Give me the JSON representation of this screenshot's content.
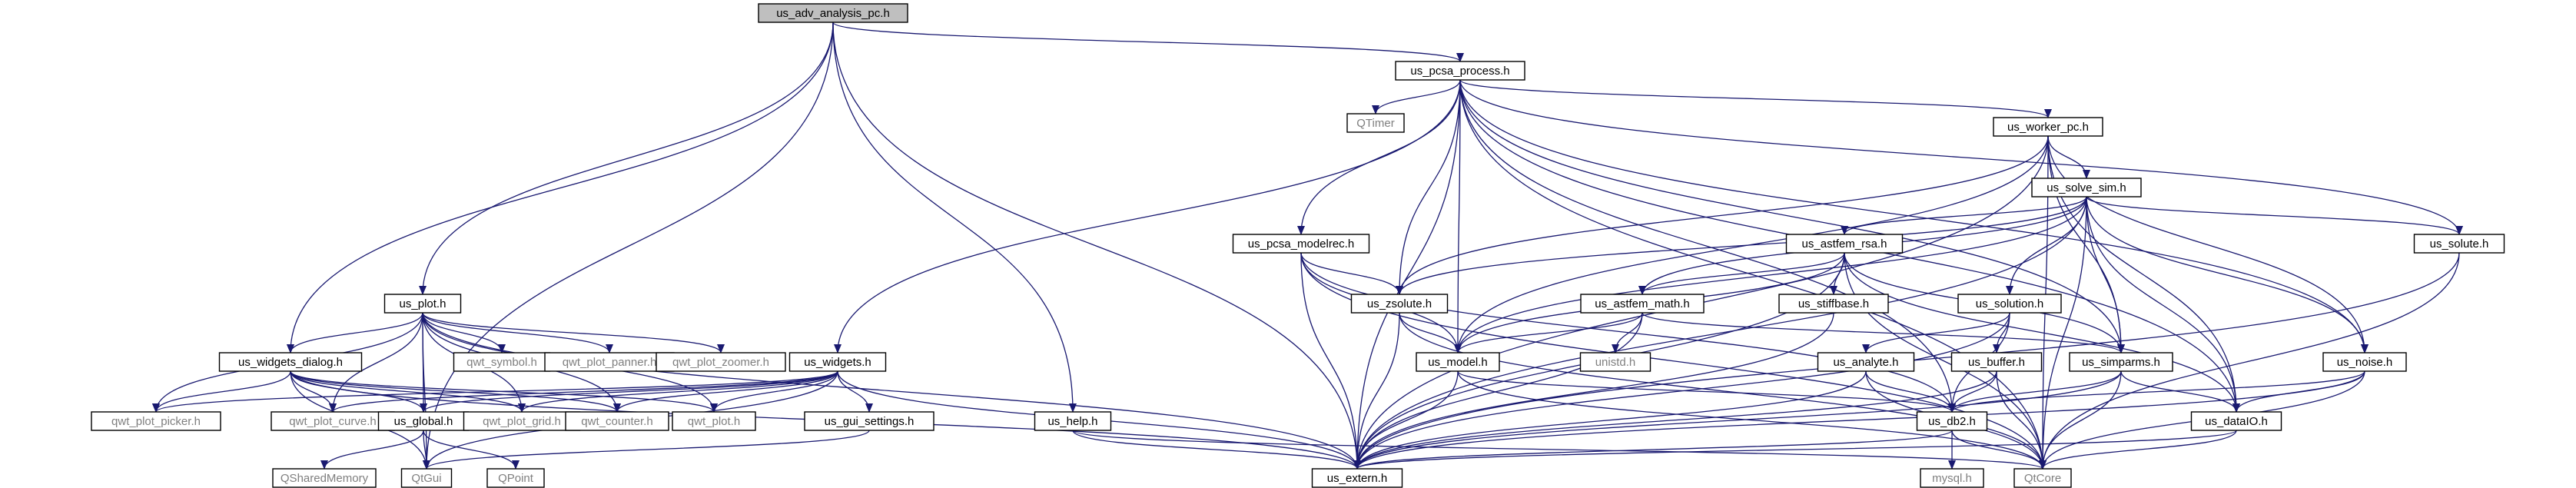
{
  "colors": {
    "edge": "#191970",
    "node_fill": "#ffffff",
    "root_fill": "#bfbfbf",
    "border": "#000000",
    "ext_border": "#bfbfbf",
    "ext_text": "#7f7f7f",
    "text": "#000000"
  },
  "nodes": [
    {
      "id": "adv",
      "label": "us_adv_analysis_pc.h",
      "kind": "root"
    },
    {
      "id": "pcsa",
      "label": "us_pcsa_process.h",
      "kind": "file"
    },
    {
      "id": "qtimer",
      "label": "QTimer",
      "kind": "external"
    },
    {
      "id": "worker",
      "label": "us_worker_pc.h",
      "kind": "file"
    },
    {
      "id": "solvesim",
      "label": "us_solve_sim.h",
      "kind": "file"
    },
    {
      "id": "modelrec",
      "label": "us_pcsa_modelrec.h",
      "kind": "file"
    },
    {
      "id": "astrsa",
      "label": "us_astfem_rsa.h",
      "kind": "file"
    },
    {
      "id": "solute",
      "label": "us_solute.h",
      "kind": "file"
    },
    {
      "id": "plot",
      "label": "us_plot.h",
      "kind": "file"
    },
    {
      "id": "zsolute",
      "label": "us_zsolute.h",
      "kind": "file"
    },
    {
      "id": "astmath",
      "label": "us_astfem_math.h",
      "kind": "file"
    },
    {
      "id": "stiff",
      "label": "us_stiffbase.h",
      "kind": "file"
    },
    {
      "id": "solution",
      "label": "us_solution.h",
      "kind": "file"
    },
    {
      "id": "model",
      "label": "us_model.h",
      "kind": "file"
    },
    {
      "id": "qsym",
      "label": "qwt_symbol.h",
      "kind": "external"
    },
    {
      "id": "qpan",
      "label": "qwt_plot_panner.h",
      "kind": "external"
    },
    {
      "id": "qzoom",
      "label": "qwt_plot_zoomer.h",
      "kind": "external"
    },
    {
      "id": "wdialog",
      "label": "us_widgets_dialog.h",
      "kind": "file"
    },
    {
      "id": "widgets",
      "label": "us_widgets.h",
      "kind": "file"
    },
    {
      "id": "unistd",
      "label": "unistd.h",
      "kind": "external"
    },
    {
      "id": "analyte",
      "label": "us_analyte.h",
      "kind": "file"
    },
    {
      "id": "buffer",
      "label": "us_buffer.h",
      "kind": "file"
    },
    {
      "id": "simparms",
      "label": "us_simparms.h",
      "kind": "file"
    },
    {
      "id": "noise",
      "label": "us_noise.h",
      "kind": "file"
    },
    {
      "id": "qpicker",
      "label": "qwt_plot_picker.h",
      "kind": "external"
    },
    {
      "id": "qcurve",
      "label": "qwt_plot_curve.h",
      "kind": "external"
    },
    {
      "id": "global",
      "label": "us_global.h",
      "kind": "file"
    },
    {
      "id": "qgrid",
      "label": "qwt_plot_grid.h",
      "kind": "external"
    },
    {
      "id": "qcounter",
      "label": "qwt_counter.h",
      "kind": "external"
    },
    {
      "id": "qplot",
      "label": "qwt_plot.h",
      "kind": "external"
    },
    {
      "id": "guiset",
      "label": "us_gui_settings.h",
      "kind": "file"
    },
    {
      "id": "help",
      "label": "us_help.h",
      "kind": "file"
    },
    {
      "id": "db2",
      "label": "us_db2.h",
      "kind": "file"
    },
    {
      "id": "dataio",
      "label": "us_dataIO.h",
      "kind": "file"
    },
    {
      "id": "qshm",
      "label": "QSharedMemory",
      "kind": "external"
    },
    {
      "id": "qtgui",
      "label": "QtGui",
      "kind": "external"
    },
    {
      "id": "qpoint",
      "label": "QPoint",
      "kind": "external"
    },
    {
      "id": "extern",
      "label": "us_extern.h",
      "kind": "file"
    },
    {
      "id": "mysql",
      "label": "mysql.h",
      "kind": "external"
    },
    {
      "id": "qtcore",
      "label": "QtCore",
      "kind": "external"
    }
  ],
  "edges": [
    [
      "adv",
      "pcsa"
    ],
    [
      "adv",
      "plot"
    ],
    [
      "adv",
      "wdialog"
    ],
    [
      "adv",
      "help"
    ],
    [
      "adv",
      "qtgui"
    ],
    [
      "adv",
      "extern"
    ],
    [
      "pcsa",
      "qtimer"
    ],
    [
      "pcsa",
      "worker"
    ],
    [
      "pcsa",
      "modelrec"
    ],
    [
      "pcsa",
      "zsolute"
    ],
    [
      "pcsa",
      "model"
    ],
    [
      "pcsa",
      "solute"
    ],
    [
      "pcsa",
      "noise"
    ],
    [
      "pcsa",
      "simparms"
    ],
    [
      "pcsa",
      "db2"
    ],
    [
      "pcsa",
      "dataio"
    ],
    [
      "pcsa",
      "widgets"
    ],
    [
      "pcsa",
      "extern"
    ],
    [
      "pcsa",
      "qtcore"
    ],
    [
      "worker",
      "solvesim"
    ],
    [
      "worker",
      "zsolute"
    ],
    [
      "worker",
      "model"
    ],
    [
      "worker",
      "simparms"
    ],
    [
      "worker",
      "noise"
    ],
    [
      "worker",
      "dataio"
    ],
    [
      "worker",
      "extern"
    ],
    [
      "worker",
      "qtcore"
    ],
    [
      "solvesim",
      "astrsa"
    ],
    [
      "solvesim",
      "astmath"
    ],
    [
      "solvesim",
      "solute"
    ],
    [
      "solvesim",
      "zsolute"
    ],
    [
      "solvesim",
      "model"
    ],
    [
      "solvesim",
      "solution"
    ],
    [
      "solvesim",
      "simparms"
    ],
    [
      "solvesim",
      "dataio"
    ],
    [
      "solvesim",
      "noise"
    ],
    [
      "solvesim",
      "qtcore"
    ],
    [
      "solvesim",
      "extern"
    ],
    [
      "modelrec",
      "zsolute"
    ],
    [
      "modelrec",
      "model"
    ],
    [
      "modelrec",
      "extern"
    ],
    [
      "modelrec",
      "db2"
    ],
    [
      "modelrec",
      "qtcore"
    ],
    [
      "astrsa",
      "astmath"
    ],
    [
      "astrsa",
      "stiff"
    ],
    [
      "astrsa",
      "model"
    ],
    [
      "astrsa",
      "simparms"
    ],
    [
      "astrsa",
      "dataio"
    ],
    [
      "astrsa",
      "extern"
    ],
    [
      "astrsa",
      "qtcore"
    ],
    [
      "solute",
      "extern"
    ],
    [
      "solute",
      "qtcore"
    ],
    [
      "plot",
      "qsym"
    ],
    [
      "plot",
      "qpan"
    ],
    [
      "plot",
      "qzoom"
    ],
    [
      "plot",
      "wdialog"
    ],
    [
      "plot",
      "qpicker"
    ],
    [
      "plot",
      "qcurve"
    ],
    [
      "plot",
      "global"
    ],
    [
      "plot",
      "qgrid"
    ],
    [
      "plot",
      "qcounter"
    ],
    [
      "plot",
      "qplot"
    ],
    [
      "plot",
      "extern"
    ],
    [
      "plot",
      "qtgui"
    ],
    [
      "zsolute",
      "model"
    ],
    [
      "zsolute",
      "extern"
    ],
    [
      "zsolute",
      "qtcore"
    ],
    [
      "astmath",
      "unistd"
    ],
    [
      "astmath",
      "model"
    ],
    [
      "astmath",
      "simparms"
    ],
    [
      "astmath",
      "extern"
    ],
    [
      "stiff",
      "extern"
    ],
    [
      "solution",
      "analyte"
    ],
    [
      "solution",
      "buffer"
    ],
    [
      "solution",
      "db2"
    ],
    [
      "solution",
      "extern"
    ],
    [
      "model",
      "db2"
    ],
    [
      "model",
      "extern"
    ],
    [
      "model",
      "qtcore"
    ],
    [
      "wdialog",
      "qpicker"
    ],
    [
      "wdialog",
      "qcurve"
    ],
    [
      "wdialog",
      "global"
    ],
    [
      "wdialog",
      "qgrid"
    ],
    [
      "wdialog",
      "qcounter"
    ],
    [
      "wdialog",
      "qplot"
    ],
    [
      "wdialog",
      "extern"
    ],
    [
      "wdialog",
      "qtgui"
    ],
    [
      "widgets",
      "qpicker"
    ],
    [
      "widgets",
      "qcurve"
    ],
    [
      "widgets",
      "global"
    ],
    [
      "widgets",
      "qgrid"
    ],
    [
      "widgets",
      "qcounter"
    ],
    [
      "widgets",
      "qplot"
    ],
    [
      "widgets",
      "guiset"
    ],
    [
      "widgets",
      "extern"
    ],
    [
      "widgets",
      "qtgui"
    ],
    [
      "analyte",
      "db2"
    ],
    [
      "analyte",
      "extern"
    ],
    [
      "analyte",
      "qtcore"
    ],
    [
      "buffer",
      "db2"
    ],
    [
      "buffer",
      "extern"
    ],
    [
      "buffer",
      "qtcore"
    ],
    [
      "simparms",
      "db2"
    ],
    [
      "simparms",
      "dataio"
    ],
    [
      "simparms",
      "extern"
    ],
    [
      "simparms",
      "qtcore"
    ],
    [
      "noise",
      "db2"
    ],
    [
      "noise",
      "dataio"
    ],
    [
      "noise",
      "extern"
    ],
    [
      "noise",
      "qtcore"
    ],
    [
      "global",
      "qshm"
    ],
    [
      "global",
      "qpoint"
    ],
    [
      "global",
      "qtgui"
    ],
    [
      "guiset",
      "qtgui"
    ],
    [
      "help",
      "extern"
    ],
    [
      "help",
      "qtcore"
    ],
    [
      "db2",
      "mysql"
    ],
    [
      "db2",
      "extern"
    ],
    [
      "db2",
      "qtcore"
    ],
    [
      "dataio",
      "extern"
    ],
    [
      "dataio",
      "qtcore"
    ]
  ]
}
